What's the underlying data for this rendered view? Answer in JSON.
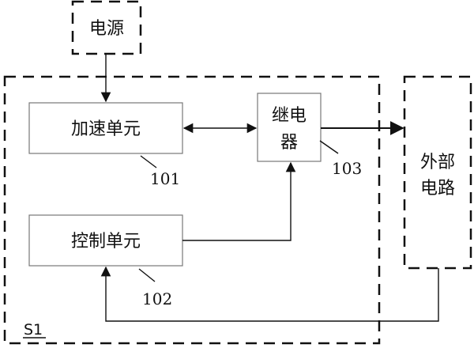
{
  "nodes": {
    "power": "电源",
    "accel": "加速单元",
    "relay_line1": "继电",
    "relay_line2": "器",
    "control": "控制单元",
    "external_line1": "外部",
    "external_line2": "电路"
  },
  "refs": {
    "accel": "101",
    "control": "102",
    "relay": "103",
    "system": "S1"
  }
}
